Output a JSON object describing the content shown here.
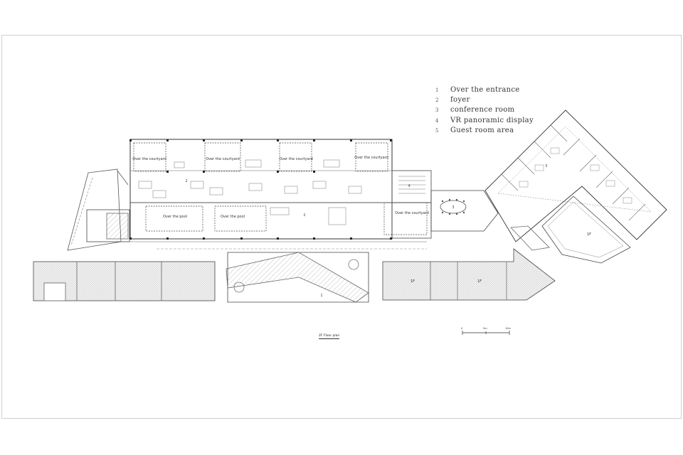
{
  "legend": {
    "items": [
      {
        "num": "1",
        "text": "Over the entrance"
      },
      {
        "num": "2",
        "text": "foyer"
      },
      {
        "num": "3",
        "text": "conference room"
      },
      {
        "num": "4",
        "text": "VR panoramic display"
      },
      {
        "num": "5",
        "text": "Guest room area"
      }
    ]
  },
  "plan": {
    "title": "2F Floor plan",
    "courtyard_label": "Over the courtyard",
    "pool_label": "Over the pool",
    "lower_level_label": "1F",
    "numbers": {
      "one": "1",
      "two": "2",
      "three": "3",
      "four": "4",
      "five": "5"
    }
  },
  "scale": {
    "start": "0",
    "mid": "5m",
    "end": "10m"
  }
}
